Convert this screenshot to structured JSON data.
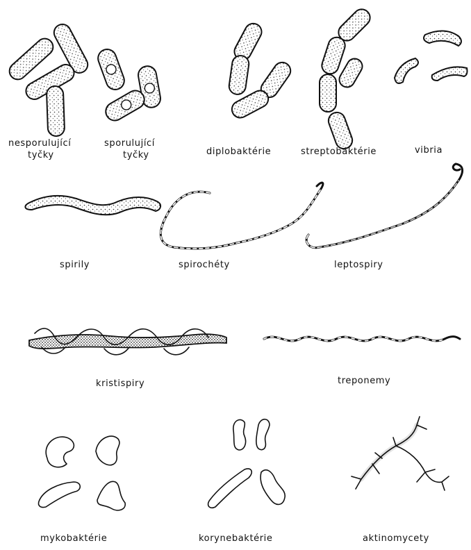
{
  "labels": {
    "nonsporulating_rods": [
      "nesporulující",
      "tyčky"
    ],
    "sporulating_rods": [
      "sporulující",
      "tyčky"
    ],
    "diplobacteria": "diplobaktérie",
    "streptobacteria": "streptobaktérie",
    "vibrios": "vibria",
    "spirilla": "spirily",
    "spirochetes": "spirochéty",
    "leptospira": "leptospiry",
    "cristispira": "kristispiry",
    "treponema": "treponemy",
    "mycobacteria": "mykobaktérie",
    "corynebacteria": "korynebaktérie",
    "actinomycetes": "aktinomycety"
  }
}
